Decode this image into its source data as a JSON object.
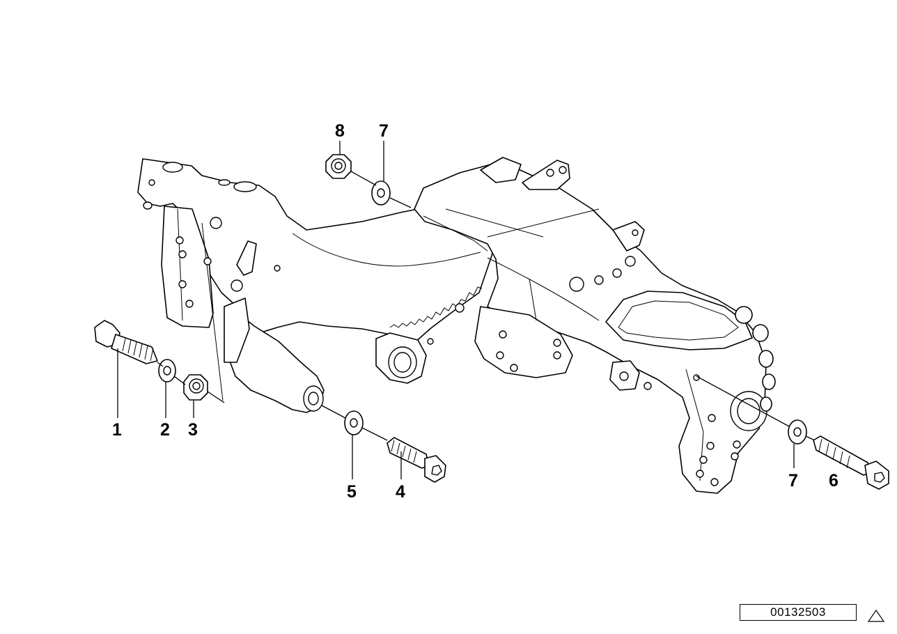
{
  "diagram": {
    "callouts": [
      "1",
      "2",
      "3",
      "4",
      "5",
      "6",
      "7",
      "7",
      "8"
    ],
    "reference_number": "00132503",
    "reference_icon": "warning-triangle-icon"
  }
}
